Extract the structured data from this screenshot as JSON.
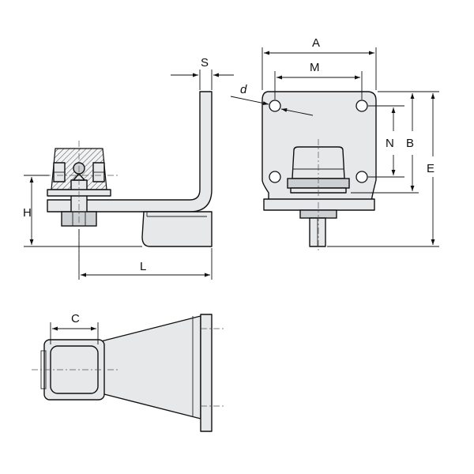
{
  "drawing": {
    "labels": {
      "A": "A",
      "M": "M",
      "S": "S",
      "d": "d",
      "N": "N",
      "B": "B",
      "E": "E",
      "H": "H",
      "L": "L",
      "C": "C"
    },
    "colors": {
      "line": "#111111",
      "fill": "#e6e8ea",
      "background": "#ffffff"
    }
  }
}
